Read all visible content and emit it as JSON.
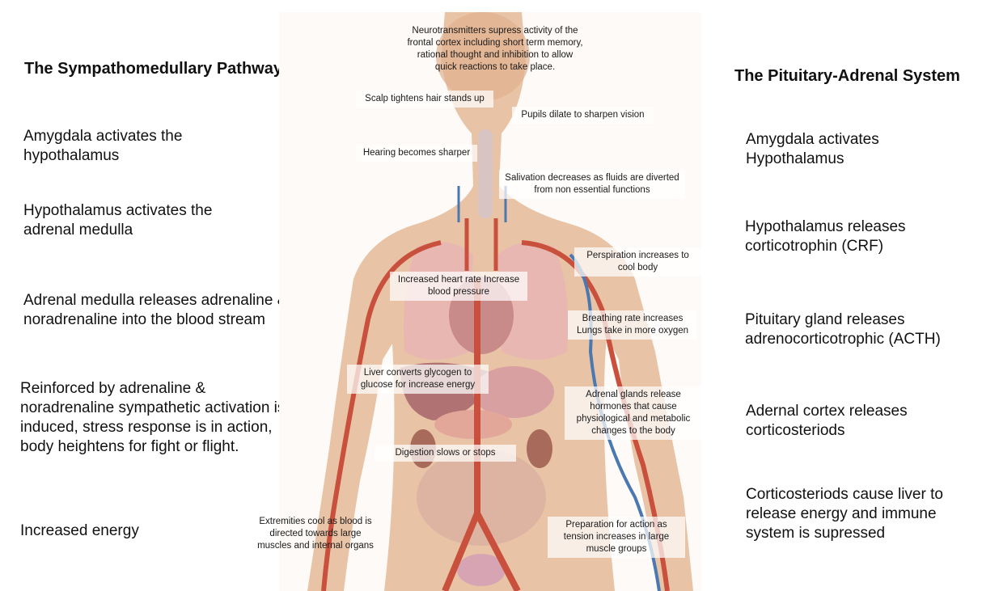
{
  "left": {
    "title": "The Sympathomedullary Pathway",
    "steps": [
      "Amygdala activates the hypothalamus",
      "Hypothalamus activates the adrenal medulla",
      "Adrenal medulla releases adrenaline & noradrenaline into the blood stream",
      "Reinforced by adrenaline & noradrenaline sympathetic activation is induced, stress response is in action, body heightens for fight or flight.",
      "Increased energy"
    ]
  },
  "right": {
    "title": "The Pituitary-Adrenal System",
    "steps": [
      "Amygdala activates Hypothalamus",
      "Hypothalamus releases corticotrophin (CRF)",
      "Pituitary gland releases adrenocorticotrophic (ACTH)",
      "Adernal cortex releases corticosteriods",
      "Corticosteriods cause liver to release energy and immune system is supressed"
    ]
  },
  "body_labels": {
    "neurotransmitters": "Neurotransmitters supress  activity of the frontal cortex including short term memory, rational thought  and inhibition to allow quick reactions to take place.",
    "scalp": "Scalp tightens hair stands up",
    "pupils": "Pupils dilate to sharpen vision",
    "hearing": "Hearing becomes sharper",
    "salivation": "Salivation decreases as fluids are diverted from non essential functions",
    "perspiration": "Perspiration increases to cool body",
    "heart": "Increased heart rate Increase blood pressure",
    "breathing": "Breathing rate increases Lungs take in more oxygen",
    "liver": "Liver converts glycogen to glucose for increase energy",
    "adrenal": "Adrenal glands release hormones that cause physiological and metabolic changes to the body",
    "digestion": "Digestion slows or stops",
    "extremities": "Extremities cool as blood is directed towards large muscles and internal organs",
    "preparation": "Preparation for action as tension increases in large muscle groups"
  },
  "colors": {
    "skin": "#e9c3a6",
    "artery": "#c8503c",
    "vein": "#4a78b0",
    "organ": "#c98a8a"
  }
}
